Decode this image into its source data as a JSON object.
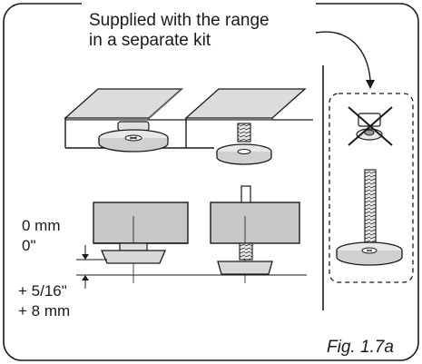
{
  "caption": {
    "line1": "Supplied with the range",
    "line2": "in a separate kit"
  },
  "measurements": {
    "top_mm": "0 mm",
    "top_in": "0\"",
    "bottom_in": "+ 5/16\"",
    "bottom_mm": "+ 8 mm"
  },
  "figure_label": "Fig. 1.7a",
  "colors": {
    "panel_fill": "#c8c8c8",
    "panel_light": "#dcdcdc",
    "stroke": "#1a1a1a"
  }
}
